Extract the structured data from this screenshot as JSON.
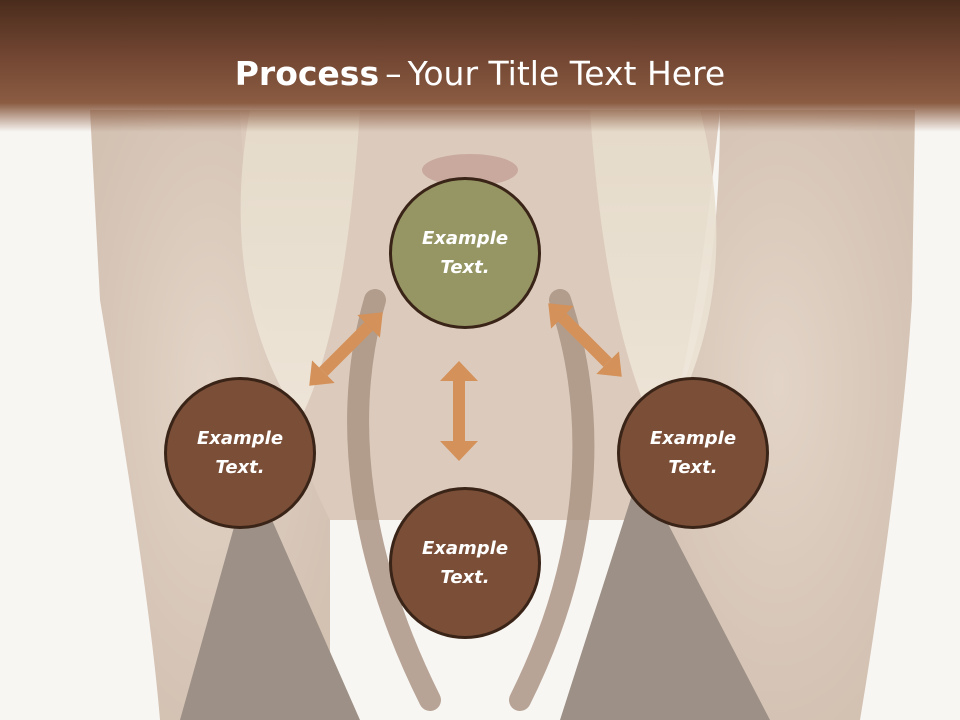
{
  "slide": {
    "title_bold": "Process",
    "title_separator": "–",
    "title_rest": "Your Title Text Here"
  },
  "diagram": {
    "nodes": [
      {
        "label": "Example Text.",
        "color": "#969665"
      },
      {
        "label": "Example Text.",
        "color": "#7a4e37"
      },
      {
        "label": "Example Text.",
        "color": "#7a4e37"
      },
      {
        "label": "Example Text.",
        "color": "#7a4e37"
      }
    ],
    "node_border_color": "#3a2418",
    "arrow_color": "#d4915a",
    "title_bar_color": "#6e4330"
  }
}
